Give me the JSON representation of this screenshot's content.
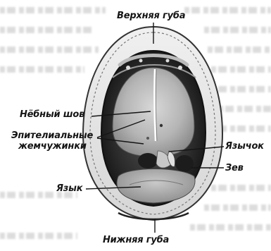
{
  "labels": {
    "upper_lip": "Верхняя губа",
    "palatal_suture": "Нёбный шов",
    "epithelial_pearls_line1": "Эпителиальные",
    "epithelial_pearls_line2": "жемчужинки",
    "uvula": "Язычок",
    "pharynx": "Зев",
    "tongue": "Язык",
    "lower_lip": "Нижняя губа"
  },
  "colors": {
    "ink": "#151515",
    "background": "#ffffff",
    "mouth_dark": "#2a2a2a",
    "palate": "#bdbdbd"
  }
}
